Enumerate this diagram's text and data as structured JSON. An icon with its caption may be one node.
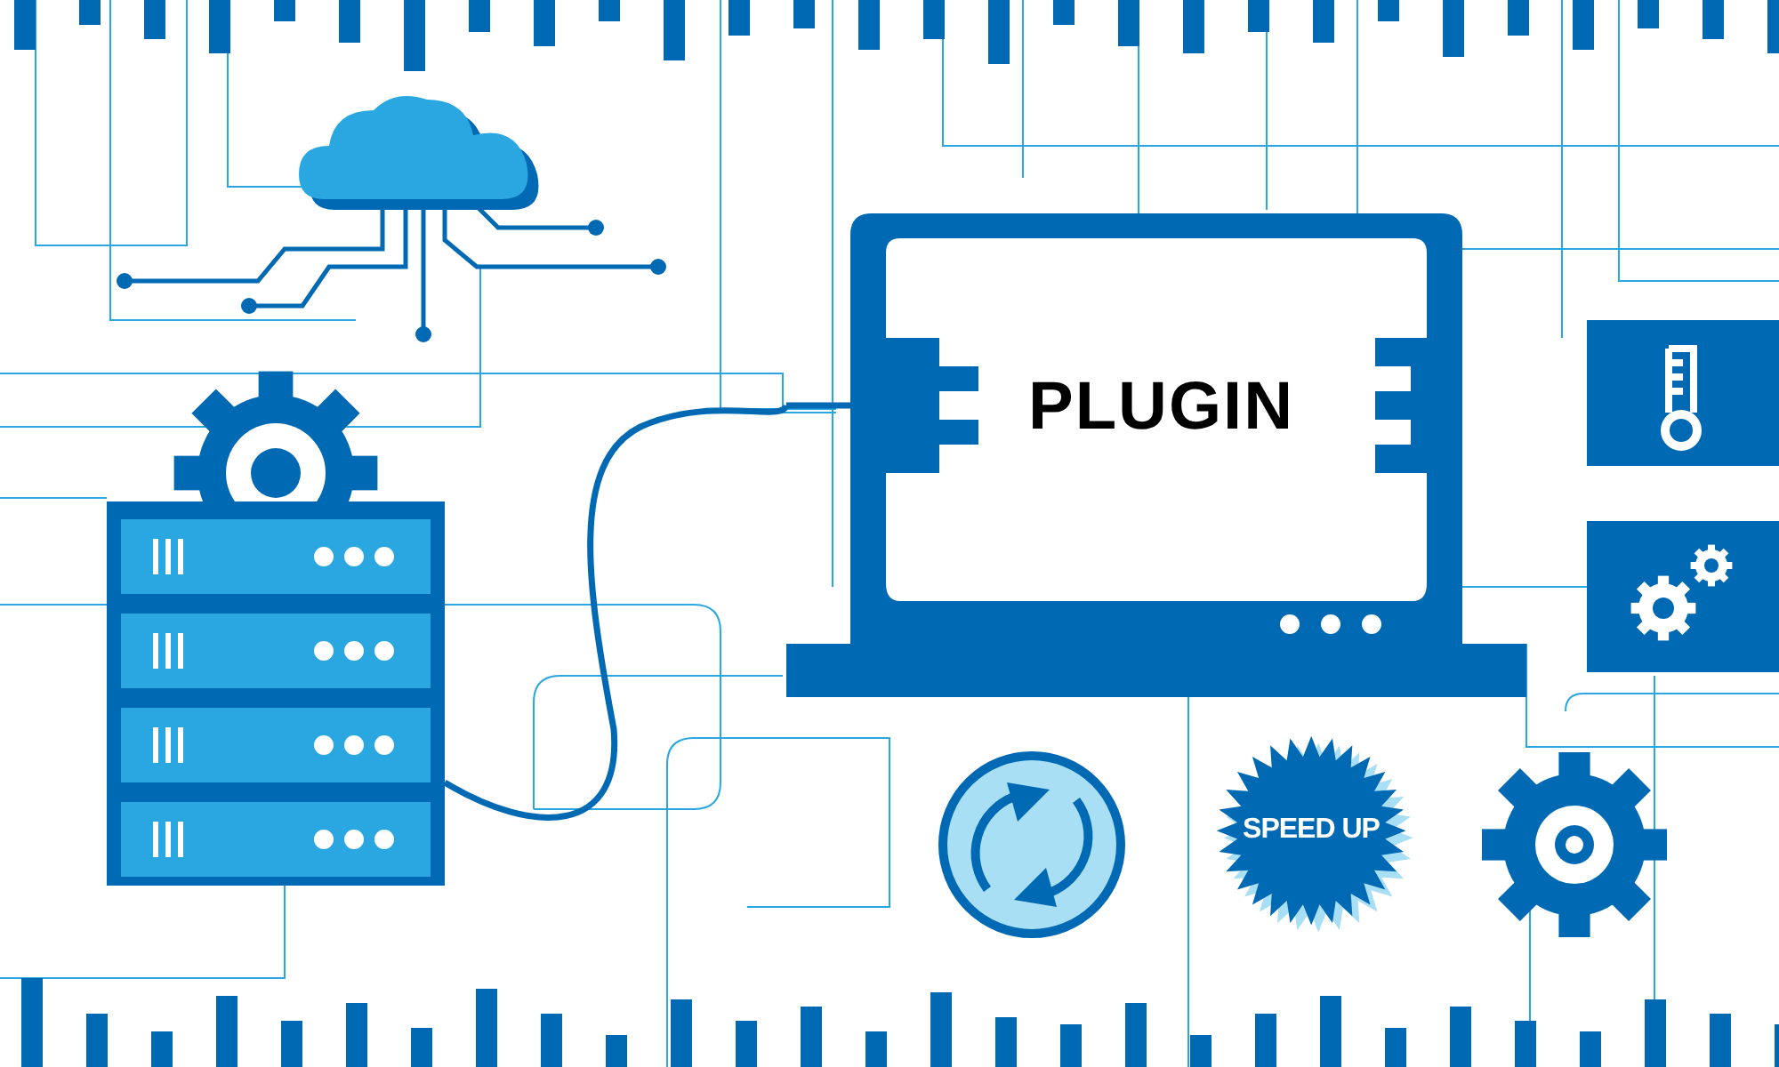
{
  "diagram": {
    "nodes": [
      {
        "text": [
          "PLUGIN"
        ]
      },
      {
        "text": [],
        "shape": "picture"
      },
      {
        "text": [
          "SPEED UP"
        ]
      }
    ],
    "edges": [
      {
        "from": 1,
        "to": 0,
        "arrow": "none"
      }
    ]
  }
}
